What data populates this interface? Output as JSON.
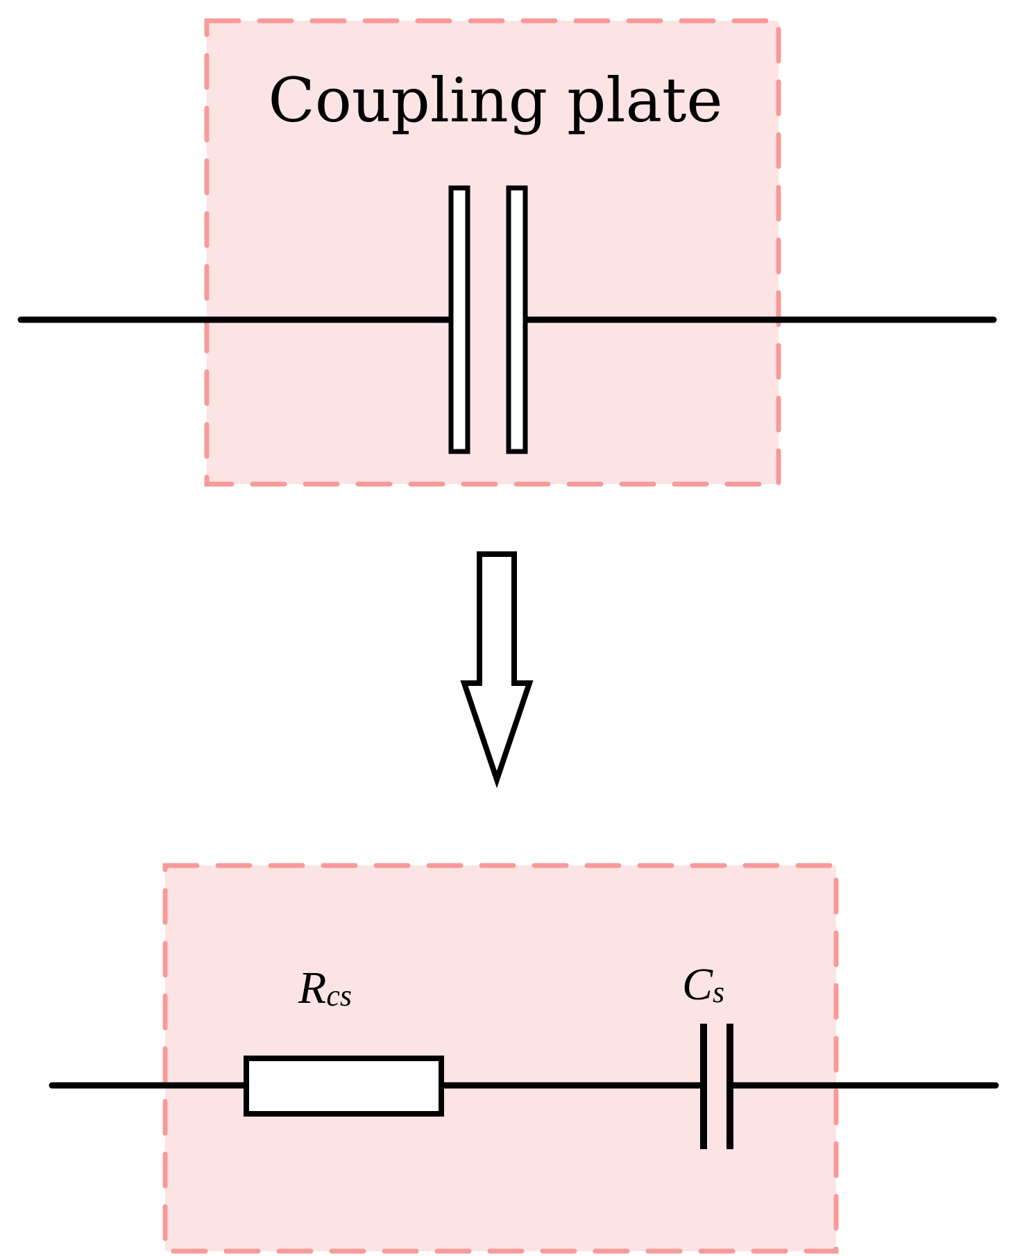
{
  "top_block": {
    "title": "Coupling plate"
  },
  "bottom_block": {
    "resistor": {
      "symbol": "R",
      "subscript": "cs"
    },
    "capacitor": {
      "symbol": "C",
      "subscript": "s"
    }
  },
  "colors": {
    "box_fill": "#fde4e4",
    "box_border": "#f79a9a",
    "line": "#000000"
  }
}
